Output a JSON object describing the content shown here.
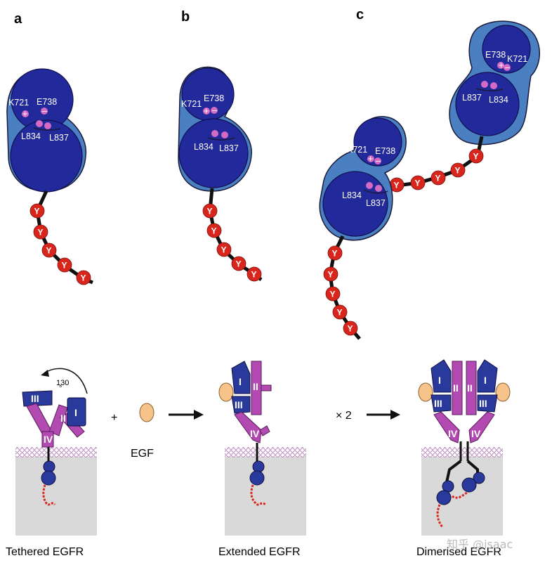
{
  "panels": [
    "a",
    "b",
    "c"
  ],
  "residues": {
    "k721": "K721",
    "e738": "E738",
    "l834": "L834",
    "l837": "L837"
  },
  "tyrosine": "Y",
  "domains": {
    "d1": "I",
    "d2": "II",
    "d3": "III",
    "d4": "IV"
  },
  "labels": {
    "angle": "130",
    "degree": "°",
    "plus": "+",
    "egf": "EGF",
    "times2": "× 2"
  },
  "captions": {
    "tethered": "Tethered EGFR",
    "extended": "Extended EGFR",
    "dimerised": "Dimerised EGFR"
  },
  "watermark": "知乎 @isaac",
  "colors": {
    "kinase_light": "#4a7fc1",
    "kinase_dark": "#22299a",
    "domain_blue": "#2a3a9c",
    "domain_purple": "#b24ab2",
    "tyrosine_red": "#d8261c",
    "residue_pink": "#d36ac4",
    "egf": "#f6c38a",
    "membrane": "#d9d9d9"
  }
}
